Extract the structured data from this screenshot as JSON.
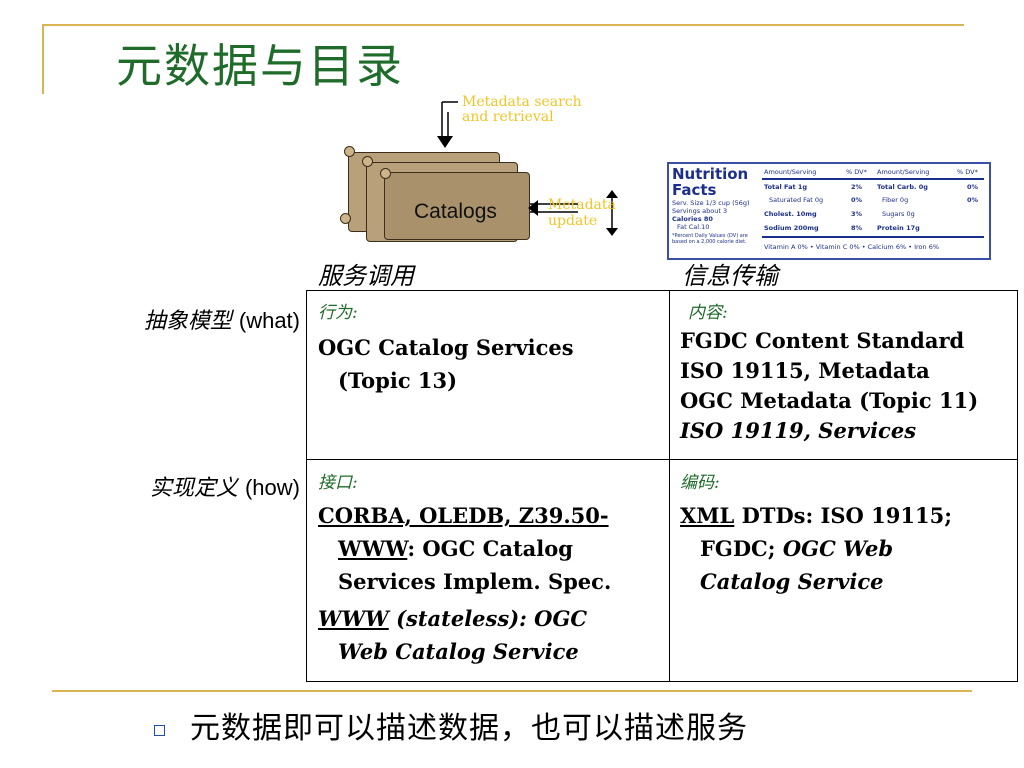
{
  "title": "元数据与目录",
  "diagram": {
    "catalogs_label": "Catalogs",
    "search_label_line1": "Metadata search",
    "search_label_line2": "and retrieval",
    "update_label_line1": "Metadata",
    "update_label_line2": "update",
    "accent_color": "#f0c52a"
  },
  "nutrition": {
    "title1": "Nutrition",
    "title2": "Facts",
    "lines_left": [
      "Serv. Size 1/3 cup (56g)",
      "Servings about 3",
      "Calories 80",
      "Fat Cal.10",
      "*Percent Daily Values (DV) are",
      "based on a 2,000 calorie diet."
    ],
    "col_head": [
      "Amount/Serving",
      "% DV*",
      "Amount/Serving",
      "% DV*"
    ],
    "rows": [
      [
        "Total Fat 1g",
        "2%",
        "Total Carb. 0g",
        "0%"
      ],
      [
        "Saturated Fat 0g",
        "0%",
        "Fiber 0g",
        "0%"
      ],
      [
        "Cholest. 10mg",
        "3%",
        "Sugars 0g",
        ""
      ],
      [
        "Sodium 200mg",
        "8%",
        "Protein 17g",
        ""
      ]
    ],
    "footer": "Vitamin A 0%  •  Vitamin C 0%  •  Calcium 6%  •  Iron 6%"
  },
  "columns": [
    "服务调用",
    "信息传输"
  ],
  "rows": {
    "what_cn": "抽象模型 ",
    "what_en": "(what)",
    "how_cn": "实现定义 ",
    "how_en": "(how)"
  },
  "cells": {
    "behavior_label": "行为:",
    "behavior_line1": "OGC Catalog Services",
    "behavior_line2": "(Topic 13)",
    "content_label": "内容:",
    "content_lines": [
      "FGDC Content Standard",
      "ISO 19115, Metadata",
      "OGC Metadata (Topic 11)"
    ],
    "content_italic": "ISO 19119, Services",
    "interface_label": "接口:",
    "interface_line1": "CORBA, OLEDB, Z39.50-",
    "interface_www": "WWW",
    "interface_line2_rest": ": OGC Catalog",
    "interface_line3": "Services Implem. Spec.",
    "interface_www2": "WWW",
    "interface_line4_rest": " (stateless): OGC",
    "interface_line5": "Web Catalog Service",
    "encoding_label": "编码:",
    "encoding_xml": "XML",
    "encoding_line1_rest": " DTDs: ISO 19115;",
    "encoding_line2_plain": "FGDC; ",
    "encoding_line2_italic": "OGC Web",
    "encoding_line3": "Catalog Service"
  },
  "bullet": "元数据即可以描述数据，也可以描述服务"
}
